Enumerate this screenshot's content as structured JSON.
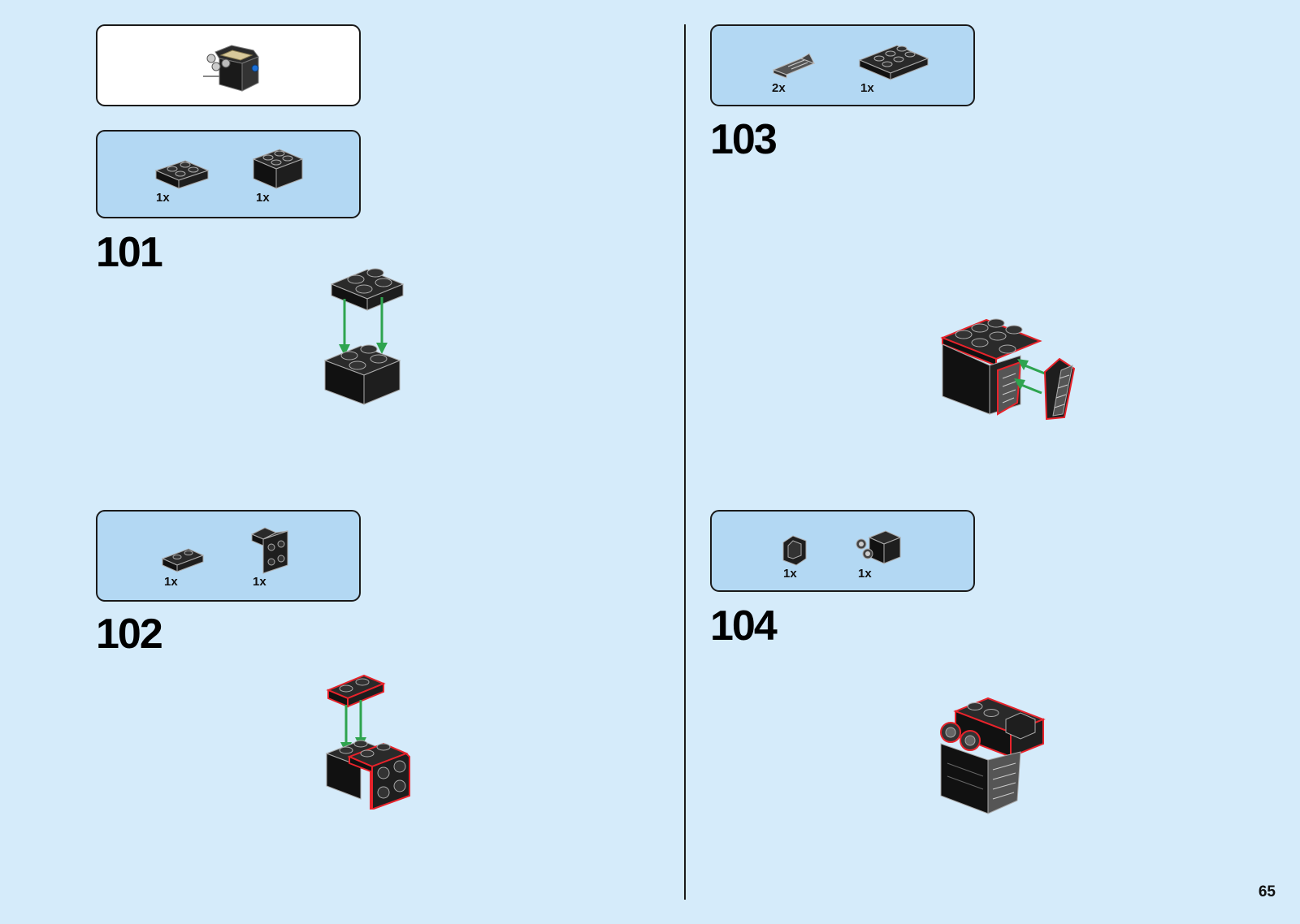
{
  "page_number": "65",
  "steps": [
    {
      "number": "101",
      "parts": [
        {
          "qty": "1x",
          "icon": "plate-2x2-black-icon"
        },
        {
          "qty": "1x",
          "icon": "brick-2x2-black-icon"
        }
      ]
    },
    {
      "number": "102",
      "parts": [
        {
          "qty": "1x",
          "icon": "plate-1x2-black-icon"
        },
        {
          "qty": "1x",
          "icon": "bracket-2x2-black-icon"
        }
      ]
    },
    {
      "number": "103",
      "parts": [
        {
          "qty": "2x",
          "icon": "grille-slope-dark-gray-icon"
        },
        {
          "qty": "1x",
          "icon": "plate-2x3-black-icon"
        }
      ]
    },
    {
      "number": "104",
      "parts": [
        {
          "qty": "1x",
          "icon": "corner-tile-black-icon"
        },
        {
          "qty": "1x",
          "icon": "technic-pin-brick-black-icon"
        }
      ]
    }
  ],
  "submodel_icon": "engine-submodel-icon",
  "colors": {
    "background": "#d5ebfa",
    "parts_box": "#b3d8f3",
    "arrow": "#2ea44f",
    "highlight": "#e8232b",
    "brick": "#1e1e1e"
  }
}
